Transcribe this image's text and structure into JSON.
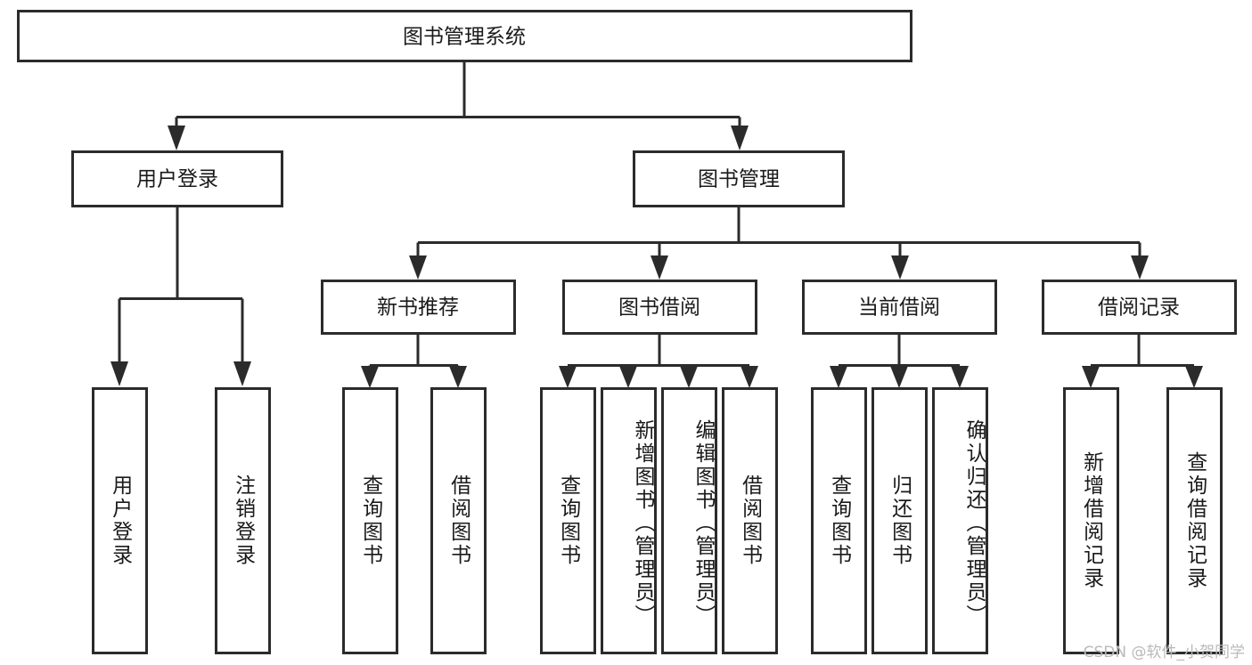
{
  "diagram": {
    "title": "图书管理系统",
    "type": "functional-structure-tree",
    "root": {
      "id": "root",
      "label": "图书管理系统"
    },
    "level2": [
      {
        "id": "user-login",
        "label": "用户登录"
      },
      {
        "id": "book-management",
        "label": "图书管理"
      }
    ],
    "level3": [
      {
        "id": "new-book-recommend",
        "label": "新书推荐",
        "parent": "book-management"
      },
      {
        "id": "book-borrow",
        "label": "图书借阅",
        "parent": "book-management"
      },
      {
        "id": "current-borrow",
        "label": "当前借阅",
        "parent": "book-management"
      },
      {
        "id": "borrow-record",
        "label": "借阅记录",
        "parent": "book-management"
      }
    ],
    "leaves": [
      {
        "id": "leaf-user-login",
        "label": "用户登录",
        "parent": "user-login"
      },
      {
        "id": "leaf-user-logout",
        "label": "注销登录",
        "parent": "user-login"
      },
      {
        "id": "leaf-query-book-1",
        "label": "查询图书",
        "parent": "new-book-recommend"
      },
      {
        "id": "leaf-borrow-book-1",
        "label": "借阅图书",
        "parent": "new-book-recommend"
      },
      {
        "id": "leaf-query-book-2",
        "label": "查询图书",
        "parent": "book-borrow"
      },
      {
        "id": "leaf-add-book",
        "label": "新增图书（管理员）",
        "parent": "book-borrow"
      },
      {
        "id": "leaf-edit-book",
        "label": "编辑图书（管理员）",
        "parent": "book-borrow"
      },
      {
        "id": "leaf-borrow-book-2",
        "label": "借阅图书",
        "parent": "book-borrow"
      },
      {
        "id": "leaf-query-book-3",
        "label": "查询图书",
        "parent": "current-borrow"
      },
      {
        "id": "leaf-return-book",
        "label": "归还图书",
        "parent": "current-borrow"
      },
      {
        "id": "leaf-confirm-return",
        "label": "确认归还（管理员）",
        "parent": "current-borrow"
      },
      {
        "id": "leaf-add-record",
        "label": "新增借阅记录",
        "parent": "borrow-record"
      },
      {
        "id": "leaf-query-record",
        "label": "查询借阅记录",
        "parent": "borrow-record"
      }
    ],
    "colors": {
      "stroke": "#2b2b2b",
      "fill": "#ffffff",
      "text": "#1a1a1a",
      "background": "#ffffff",
      "watermark": "#b9b9b9"
    }
  },
  "watermark": {
    "text": "CSDN @软件_小贺同学"
  }
}
